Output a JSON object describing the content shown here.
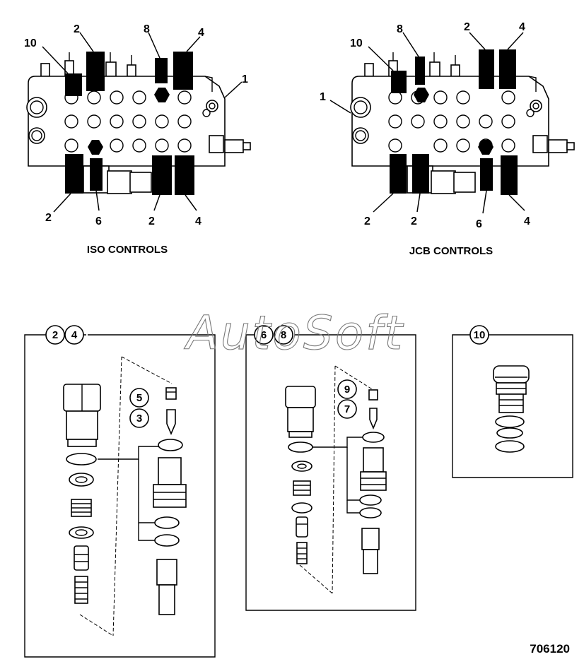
{
  "diagram": {
    "left_valve": {
      "caption": "ISO CONTROLS",
      "labels": {
        "l10": "10",
        "l2_top": "2",
        "l8": "8",
        "l4_top": "4",
        "l1": "1",
        "l2_bl": "2",
        "l6": "6",
        "l2_br": "2",
        "l4_br": "4"
      }
    },
    "right_valve": {
      "caption": "JCB CONTROLS",
      "labels": {
        "l10": "10",
        "l8": "8",
        "l2_top": "2",
        "l4_top": "4",
        "l1": "1",
        "l2_b1": "2",
        "l2_b2": "2",
        "l6": "6",
        "l4_b": "4"
      }
    },
    "panel_a": {
      "c1": "2",
      "c2": "4",
      "c3": "5",
      "c4": "3"
    },
    "panel_b": {
      "c1": "6",
      "c2": "8",
      "c3": "9",
      "c4": "7"
    },
    "panel_c": {
      "c1": "10"
    },
    "watermark": "AutoSoft",
    "figure_number": "706120"
  }
}
